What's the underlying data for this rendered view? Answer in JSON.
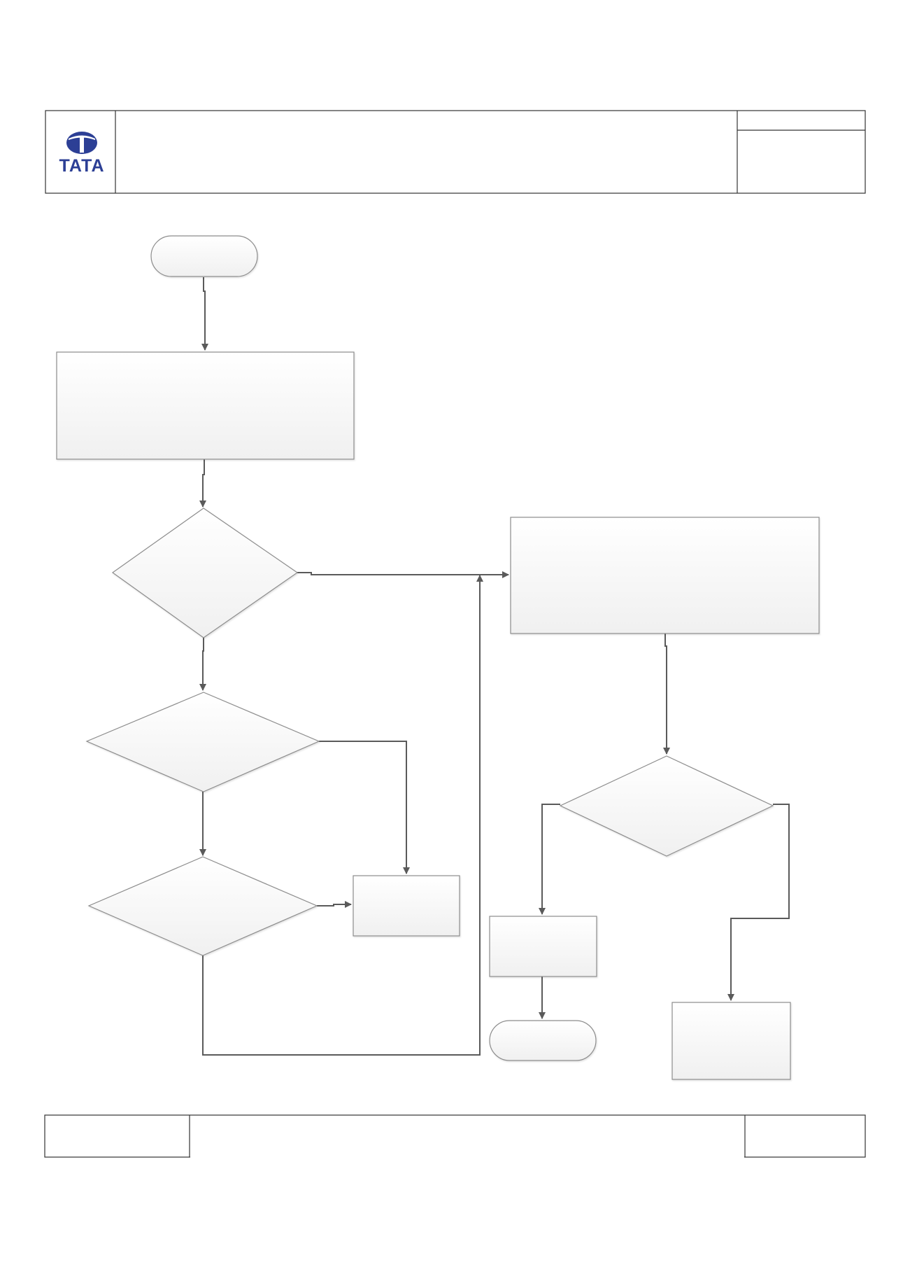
{
  "brand": {
    "logo_text": "TATA",
    "color": "#2c3f95"
  },
  "colors": {
    "line": "#5a5a5a",
    "shape_stroke": "#8c8c8c",
    "shape_fill_top": "#ffffff",
    "shape_fill_bottom": "#f0f0f0",
    "frame": "#333333"
  },
  "header": {
    "title": "",
    "doc_no": "",
    "rev": ""
  },
  "footer": {
    "left": "",
    "center": "",
    "right": ""
  },
  "flowchart": {
    "nodes": [
      {
        "id": "start",
        "shape": "terminator",
        "text": ""
      },
      {
        "id": "process-1",
        "shape": "process",
        "text": ""
      },
      {
        "id": "decision-1",
        "shape": "decision",
        "text": ""
      },
      {
        "id": "decision-2",
        "shape": "decision",
        "text": ""
      },
      {
        "id": "decision-3",
        "shape": "decision",
        "text": ""
      },
      {
        "id": "process-2",
        "shape": "process",
        "text": ""
      },
      {
        "id": "process-3",
        "shape": "process",
        "text": ""
      },
      {
        "id": "decision-4",
        "shape": "decision",
        "text": ""
      },
      {
        "id": "process-4",
        "shape": "process",
        "text": ""
      },
      {
        "id": "end",
        "shape": "terminator",
        "text": ""
      },
      {
        "id": "process-5",
        "shape": "process",
        "text": ""
      }
    ],
    "edges": [
      {
        "from": "start",
        "to": "process-1",
        "label": ""
      },
      {
        "from": "process-1",
        "to": "decision-1",
        "label": ""
      },
      {
        "from": "decision-1",
        "to": "decision-2",
        "label": ""
      },
      {
        "from": "decision-1",
        "to": "process-3",
        "label": ""
      },
      {
        "from": "decision-2",
        "to": "decision-3",
        "label": ""
      },
      {
        "from": "decision-2",
        "to": "process-2",
        "label": ""
      },
      {
        "from": "decision-3",
        "to": "process-2",
        "label": ""
      },
      {
        "from": "decision-3",
        "to": "process-3",
        "label": ""
      },
      {
        "from": "process-3",
        "to": "decision-4",
        "label": ""
      },
      {
        "from": "decision-4",
        "to": "process-4",
        "label": ""
      },
      {
        "from": "decision-4",
        "to": "process-5",
        "label": ""
      },
      {
        "from": "process-4",
        "to": "end",
        "label": ""
      }
    ]
  }
}
